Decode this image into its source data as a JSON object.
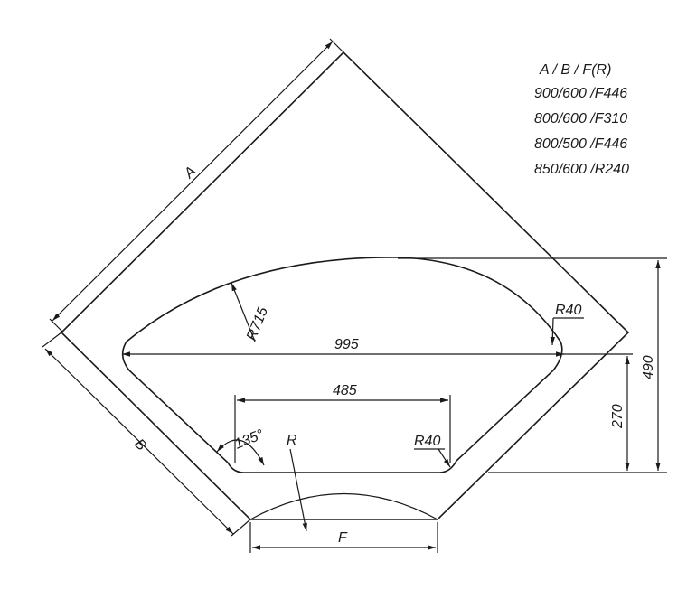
{
  "legend": {
    "header": "A / B / F(R)",
    "rows": [
      "900/600 /F446",
      "800/600 /F310",
      "800/500 /F446",
      "850/600 /R240"
    ]
  },
  "dimensions": {
    "side_a": "A",
    "side_b": "B",
    "front": "F",
    "radius_r": "R",
    "arc_radius": "R715",
    "corner_radius_upper": "R40",
    "corner_radius_lower": "R40",
    "width_995": "995",
    "width_485": "485",
    "height_490": "490",
    "height_270": "270",
    "angle": "135°"
  }
}
